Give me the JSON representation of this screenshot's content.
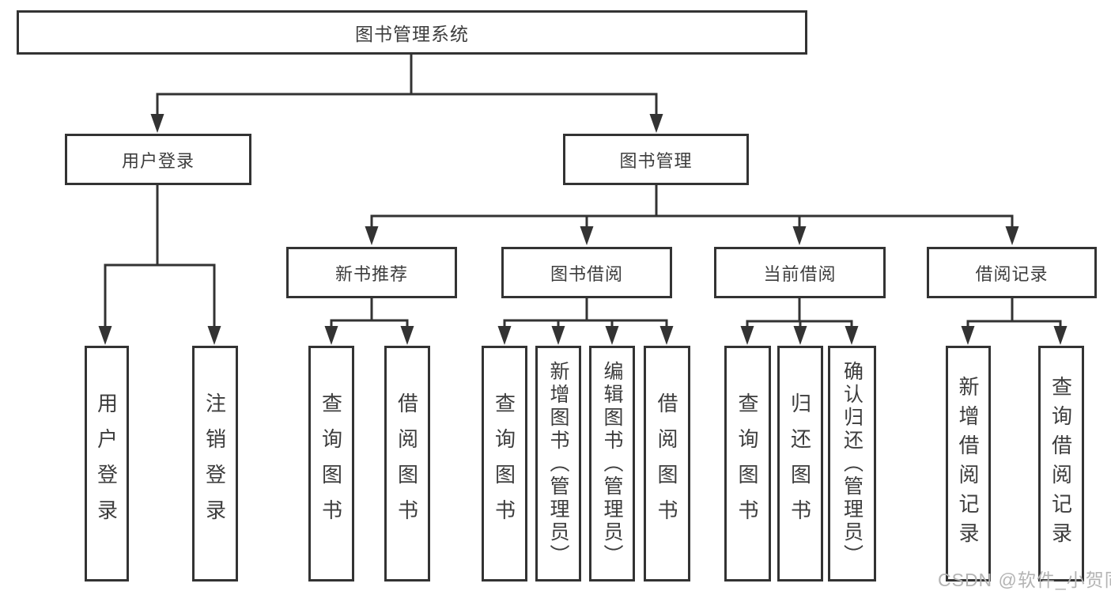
{
  "diagram": {
    "type": "tree",
    "title": "图书管理系统",
    "watermark": "CSDN @软件_小贺同学",
    "colors": {
      "line": "#333333",
      "border": "#333333",
      "text": "#3d3d3d",
      "box_background": "#ffffff",
      "watermark": "#b4b4b4"
    },
    "nodes": {
      "root": {
        "label": "图书管理系统"
      },
      "user_login": {
        "label": "用户登录"
      },
      "book_mgmt": {
        "label": "图书管理"
      },
      "new_book_rec": {
        "label": "新书推荐"
      },
      "book_borrow": {
        "label": "图书借阅"
      },
      "current_borrow": {
        "label": "当前借阅"
      },
      "borrow_records": {
        "label": "借阅记录"
      },
      "ul_login": {
        "label": "用户登录"
      },
      "ul_logout": {
        "label": "注销登录"
      },
      "nbr_query": {
        "label": "查询图书"
      },
      "nbr_borrow": {
        "label": "借阅图书"
      },
      "bb_query": {
        "label": "查询图书"
      },
      "bb_add": {
        "label": "新增图书（管理员）"
      },
      "bb_edit": {
        "label": "编辑图书（管理员）"
      },
      "bb_borrow": {
        "label": "借阅图书"
      },
      "cb_query": {
        "label": "查询图书"
      },
      "cb_return": {
        "label": "归还图书"
      },
      "cb_confirm": {
        "label": "确认归还（管理员）"
      },
      "br_add": {
        "label": "新增借阅记录"
      },
      "br_query": {
        "label": "查询借阅记录"
      }
    },
    "edges": [
      [
        "图书管理系统",
        "用户登录"
      ],
      [
        "图书管理系统",
        "图书管理"
      ],
      [
        "用户登录",
        "用户登录"
      ],
      [
        "用户登录",
        "注销登录"
      ],
      [
        "图书管理",
        "新书推荐"
      ],
      [
        "图书管理",
        "图书借阅"
      ],
      [
        "图书管理",
        "当前借阅"
      ],
      [
        "图书管理",
        "借阅记录"
      ],
      [
        "新书推荐",
        "查询图书"
      ],
      [
        "新书推荐",
        "借阅图书"
      ],
      [
        "图书借阅",
        "查询图书"
      ],
      [
        "图书借阅",
        "新增图书（管理员）"
      ],
      [
        "图书借阅",
        "编辑图书（管理员）"
      ],
      [
        "图书借阅",
        "借阅图书"
      ],
      [
        "当前借阅",
        "查询图书"
      ],
      [
        "当前借阅",
        "归还图书"
      ],
      [
        "当前借阅",
        "确认归还（管理员）"
      ],
      [
        "借阅记录",
        "新增借阅记录"
      ],
      [
        "借阅记录",
        "查询借阅记录"
      ]
    ]
  }
}
